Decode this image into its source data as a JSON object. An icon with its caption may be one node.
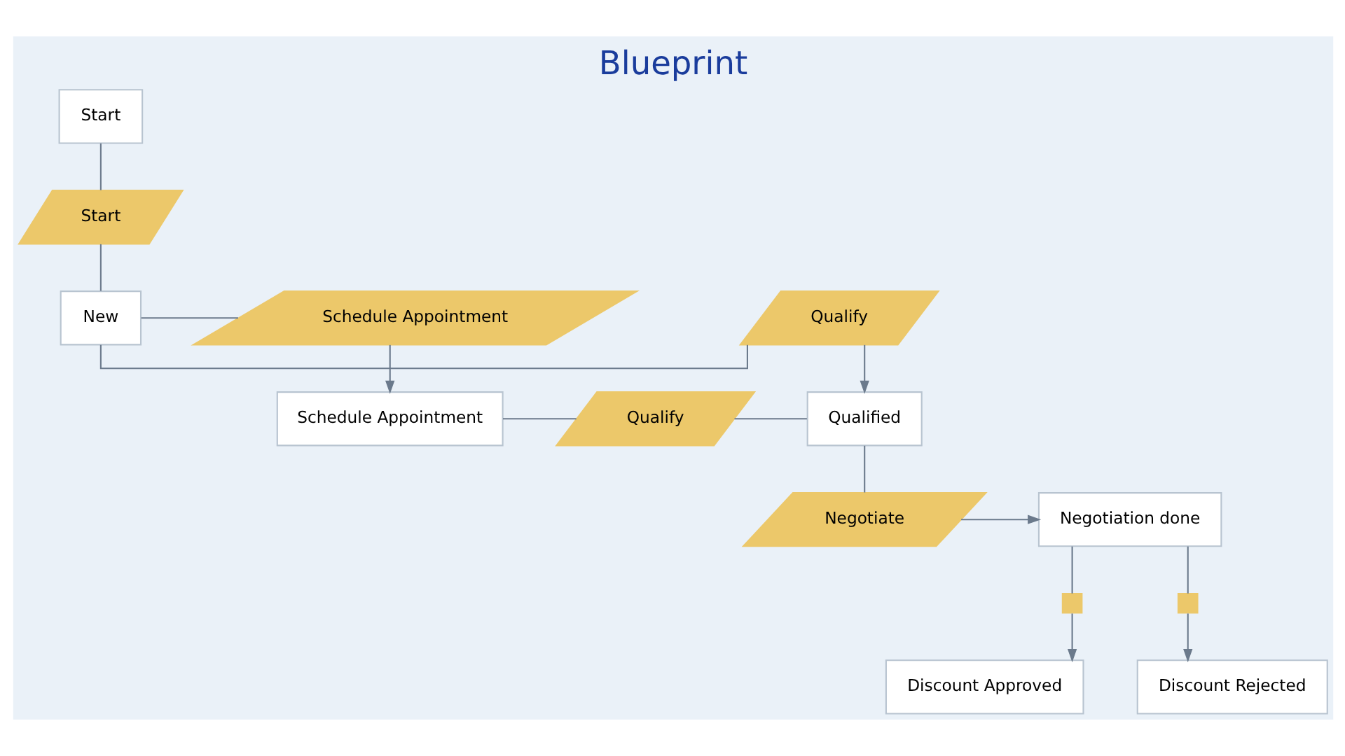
{
  "diagram": {
    "title": "Blueprint",
    "nodes": [
      {
        "text": [
          "Start"
        ]
      },
      {
        "text": [
          "Start"
        ]
      },
      {
        "text": [
          "Schedule Appointment"
        ]
      },
      {
        "text": [
          "New"
        ]
      },
      {
        "text": [
          "Qualify"
        ]
      },
      {
        "text": [
          "Schedule Appointment"
        ]
      },
      {
        "text": [
          "Qualify"
        ]
      },
      {
        "text": [
          "Qualified"
        ]
      },
      {
        "text": [
          "Negotiation done"
        ]
      },
      {
        "text": [
          "Negotiate"
        ]
      },
      {
        "text": [],
        "shape": "box"
      },
      {
        "text": [],
        "shape": "box"
      },
      {
        "text": [
          "Discount Approved"
        ]
      },
      {
        "text": [
          "Discount Rejected"
        ]
      }
    ],
    "edges": [
      {
        "from": 0,
        "to": 1,
        "arrow": "none"
      },
      {
        "from": 1,
        "to": 3,
        "arrow": "none"
      },
      {
        "from": 3,
        "to": 2,
        "arrow": "none"
      },
      {
        "from": 2,
        "to": 5,
        "arrow": "to"
      },
      {
        "from": 3,
        "to": 4,
        "arrow": "none"
      },
      {
        "from": 4,
        "to": 7,
        "arrow": "to"
      },
      {
        "from": 5,
        "to": 6,
        "arrow": "none"
      },
      {
        "from": 6,
        "to": 7,
        "arrow": "none"
      },
      {
        "from": 7,
        "to": 9,
        "arrow": "none"
      },
      {
        "from": 9,
        "to": 8,
        "arrow": "to"
      },
      {
        "from": 8,
        "to": 10,
        "arrow": "none"
      },
      {
        "from": 10,
        "to": 12,
        "arrow": "to"
      },
      {
        "from": 8,
        "to": 11,
        "arrow": "none"
      },
      {
        "from": 11,
        "to": 13,
        "arrow": "to"
      }
    ]
  }
}
